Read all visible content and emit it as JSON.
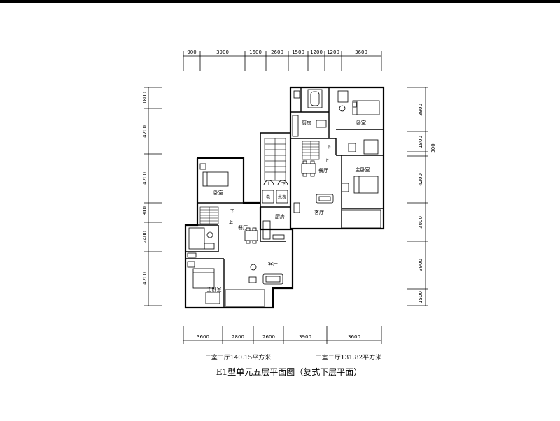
{
  "drawing": {
    "title": "E1型单元五层平面图（复式下层平面）",
    "unit_left_area": "二室二厅140.15平方米",
    "unit_right_area": "二室二厅131.82平方米"
  },
  "dimensions": {
    "top": [
      "900",
      "3900",
      "1600",
      "2600",
      "1500",
      "1200",
      "1200",
      "3600"
    ],
    "bottom": [
      "3600",
      "2800",
      "2600",
      "3900",
      "3600"
    ],
    "left": [
      "1800",
      "4200",
      "4200",
      "1800",
      "2400",
      "4200"
    ],
    "right": [
      "3900",
      "1800",
      "300",
      "4200",
      "3000",
      "3900",
      "1500"
    ]
  },
  "rooms": {
    "bedroom_right": "卧室",
    "kitchen_right": "厨房",
    "master_right": "主卧室",
    "dining_right": "餐厅",
    "living_right": "客厅",
    "bedroom_left": "卧室",
    "kitchen_left": "厨房",
    "dining_left": "餐厅",
    "living_left": "客厅",
    "master_left": "主卧室",
    "elec": "电",
    "water": "水表",
    "up": "上",
    "down": "下"
  }
}
